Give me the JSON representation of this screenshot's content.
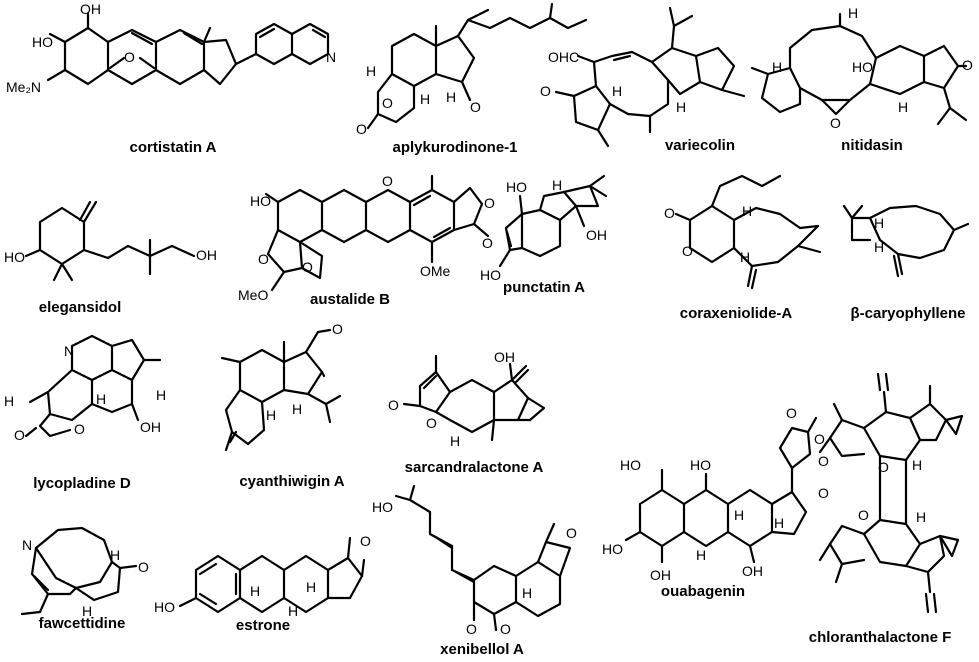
{
  "molecules": [
    {
      "id": "cortistatin-a",
      "name": "cortistatin A",
      "atoms": [
        "HO",
        "OH",
        "Me₂N",
        "O",
        "N"
      ]
    },
    {
      "id": "aplykurodinone-1",
      "name": "aplykurodinone-1",
      "atoms": [
        "H",
        "O",
        "O",
        "H",
        "H",
        "O"
      ]
    },
    {
      "id": "variecolin",
      "name": "variecolin",
      "atoms": [
        "OHC",
        "O",
        "H",
        "H"
      ]
    },
    {
      "id": "nitidasin",
      "name": "nitidasin",
      "atoms": [
        "H",
        "H",
        "HO",
        "O",
        "H",
        "O"
      ]
    },
    {
      "id": "elegansidol",
      "name": "elegansidol",
      "atoms": [
        "HO",
        "OH"
      ]
    },
    {
      "id": "austalide-b",
      "name": "austalide B",
      "atoms": [
        "HO",
        "O",
        "O",
        "O",
        "O",
        "O",
        "MeO",
        "OMe"
      ]
    },
    {
      "id": "punctatin-a",
      "name": "punctatin A",
      "atoms": [
        "HO",
        "H",
        "OH",
        "HO"
      ]
    },
    {
      "id": "coraxeniolide-a",
      "name": "coraxeniolide-A",
      "atoms": [
        "O",
        "O",
        "H",
        "H"
      ]
    },
    {
      "id": "beta-caryophyllene",
      "name": "β-caryophyllene",
      "atoms": [
        "H",
        "H"
      ]
    },
    {
      "id": "lycopladine-d",
      "name": "lycopladine D",
      "atoms": [
        "N",
        "H",
        "H",
        "O",
        "O",
        "H",
        "OH"
      ]
    },
    {
      "id": "cyanthiwigin-a",
      "name": "cyanthiwigin A",
      "atoms": [
        "O",
        "H",
        "H"
      ]
    },
    {
      "id": "sarcandralactone-a",
      "name": "sarcandralactone A",
      "atoms": [
        "OH",
        "O",
        "O",
        "H"
      ]
    },
    {
      "id": "ouabagenin",
      "name": "ouabagenin",
      "atoms": [
        "O",
        "O",
        "HO",
        "HO",
        "H",
        "H",
        "HO",
        "OH",
        "OH",
        "H"
      ]
    },
    {
      "id": "chloranthalactone-f",
      "name": "chloranthalactone F",
      "atoms": [
        "O",
        "O",
        "O",
        "O",
        "H",
        "H"
      ]
    },
    {
      "id": "fawcettidine",
      "name": "fawcettidine",
      "atoms": [
        "N",
        "H",
        "O",
        "H"
      ]
    },
    {
      "id": "estrone",
      "name": "estrone",
      "atoms": [
        "O",
        "H",
        "H",
        "H",
        "HO"
      ]
    },
    {
      "id": "xenibellol-a",
      "name": "xenibellol A",
      "atoms": [
        "HO",
        "O",
        "H",
        "O",
        "O"
      ]
    }
  ]
}
